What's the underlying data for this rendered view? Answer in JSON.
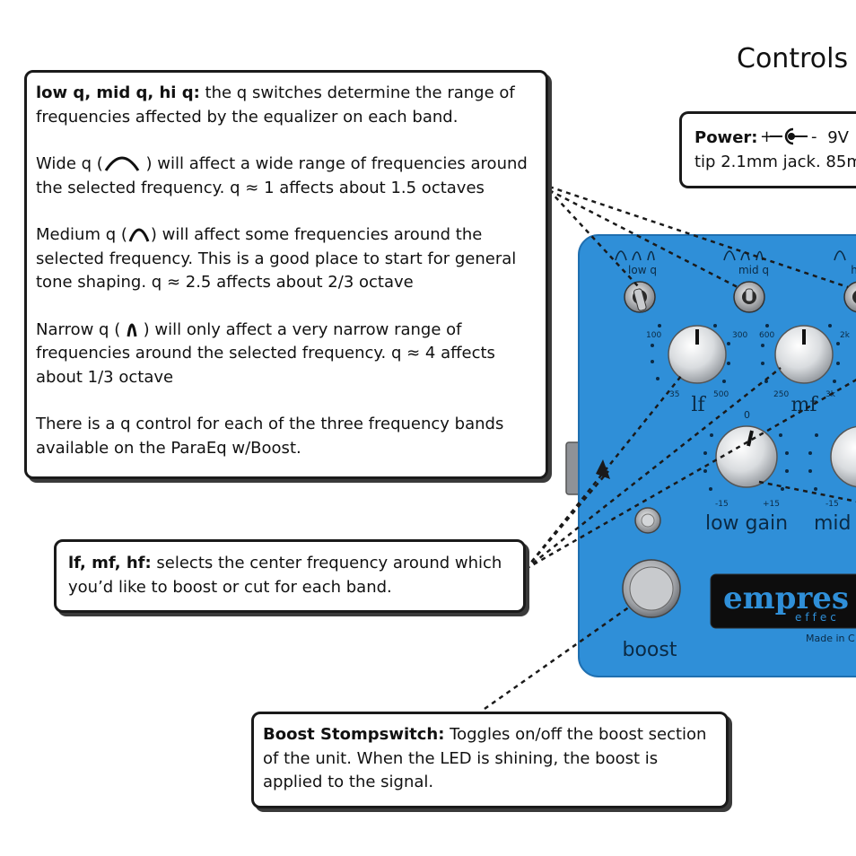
{
  "page": {
    "title": "Controls a"
  },
  "q_callout": {
    "heading": "low q, mid q, hi q:",
    "intro": " the q switches determine the range of frequencies affected by the equalizer on each band.",
    "wide_a": "Wide q (",
    "wide_b": " ) will affect a wide range of frequencies around the selected frequency.    q ≈ 1  affects about 1.5 octaves",
    "medium_a": "Medium q (",
    "medium_b": ")  will affect some frequencies around the selected frequency.  This is a good place to start for general tone shaping.    q ≈ 2.5   affects about 2/3 octave",
    "narrow_a": "Narrow q ( ",
    "narrow_b": " ) will only affect a  very narrow range of frequencies around the selected frequency.    q ≈ 4  affects about 1/3 octave",
    "closing": "There is a q control for each of the three frequency bands available on the ParaEq w/Boost."
  },
  "power_callout": {
    "heading": "Power:",
    "line1_rest": " 9V",
    "line2": "tip 2.1mm jack.  85m"
  },
  "freq_callout": {
    "heading": "lf, mf, hf:",
    "body": "  selects the center frequency around which you’d like to boost or cut for each band."
  },
  "boost_callout": {
    "heading": "Boost Stompswitch:",
    "body": " Toggles on/off the boost section of the unit.  When the LED is shining, the boost is applied to the signal."
  },
  "pedal": {
    "color": "#2f8fd8",
    "switch_labels": [
      "low q",
      "mid q",
      "h"
    ],
    "knob_lf": "lf",
    "knob_mf": "mf",
    "knob_low_gain": "low gain",
    "knob_mid_gain": "mid",
    "footswitch_label": "boost",
    "brand": "empres",
    "brand_sub": "effec",
    "made_in": "Made in C",
    "scale": {
      "lf_top": "100",
      "lf_min": "35",
      "lf_max": "500",
      "mf_left": "300",
      "mf_right": "600",
      "mf_min": "250",
      "mf_max": "3k",
      "hf_top": "2k",
      "lg_min": "-15",
      "lg_max": "+15",
      "mg_min": "-15",
      "lg_zero": "0"
    }
  }
}
